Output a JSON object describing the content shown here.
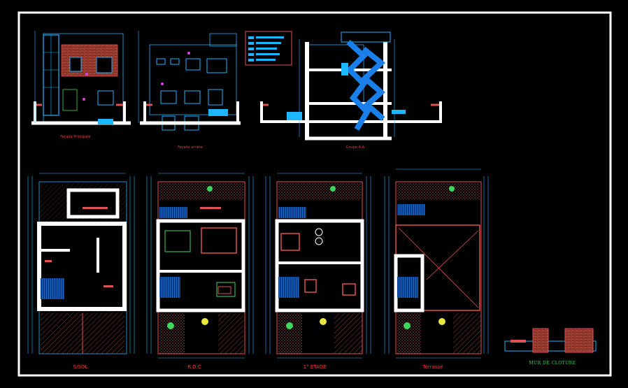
{
  "drawing": {
    "labels": {
      "facade_principale": "Façade Principale",
      "facade_arriere": "Façade arrière",
      "coupe": "Coupe A-A",
      "sous_sol": "S/SOL",
      "rdc": "R.D.C",
      "etage": "1° ETAGE",
      "terrasse": "Terrasse",
      "mur_cloture": "MUR DE CLOTURE"
    },
    "colors": {
      "frame": "#ffffff",
      "wall": "#ffffff",
      "dimension": "#1eb6ff",
      "hatch": "#e05050",
      "stair": "#1a7fe8",
      "green": "#3fd65a",
      "brick": "#c06040",
      "yellow": "#e8e840",
      "magenta": "#e040e0"
    }
  }
}
